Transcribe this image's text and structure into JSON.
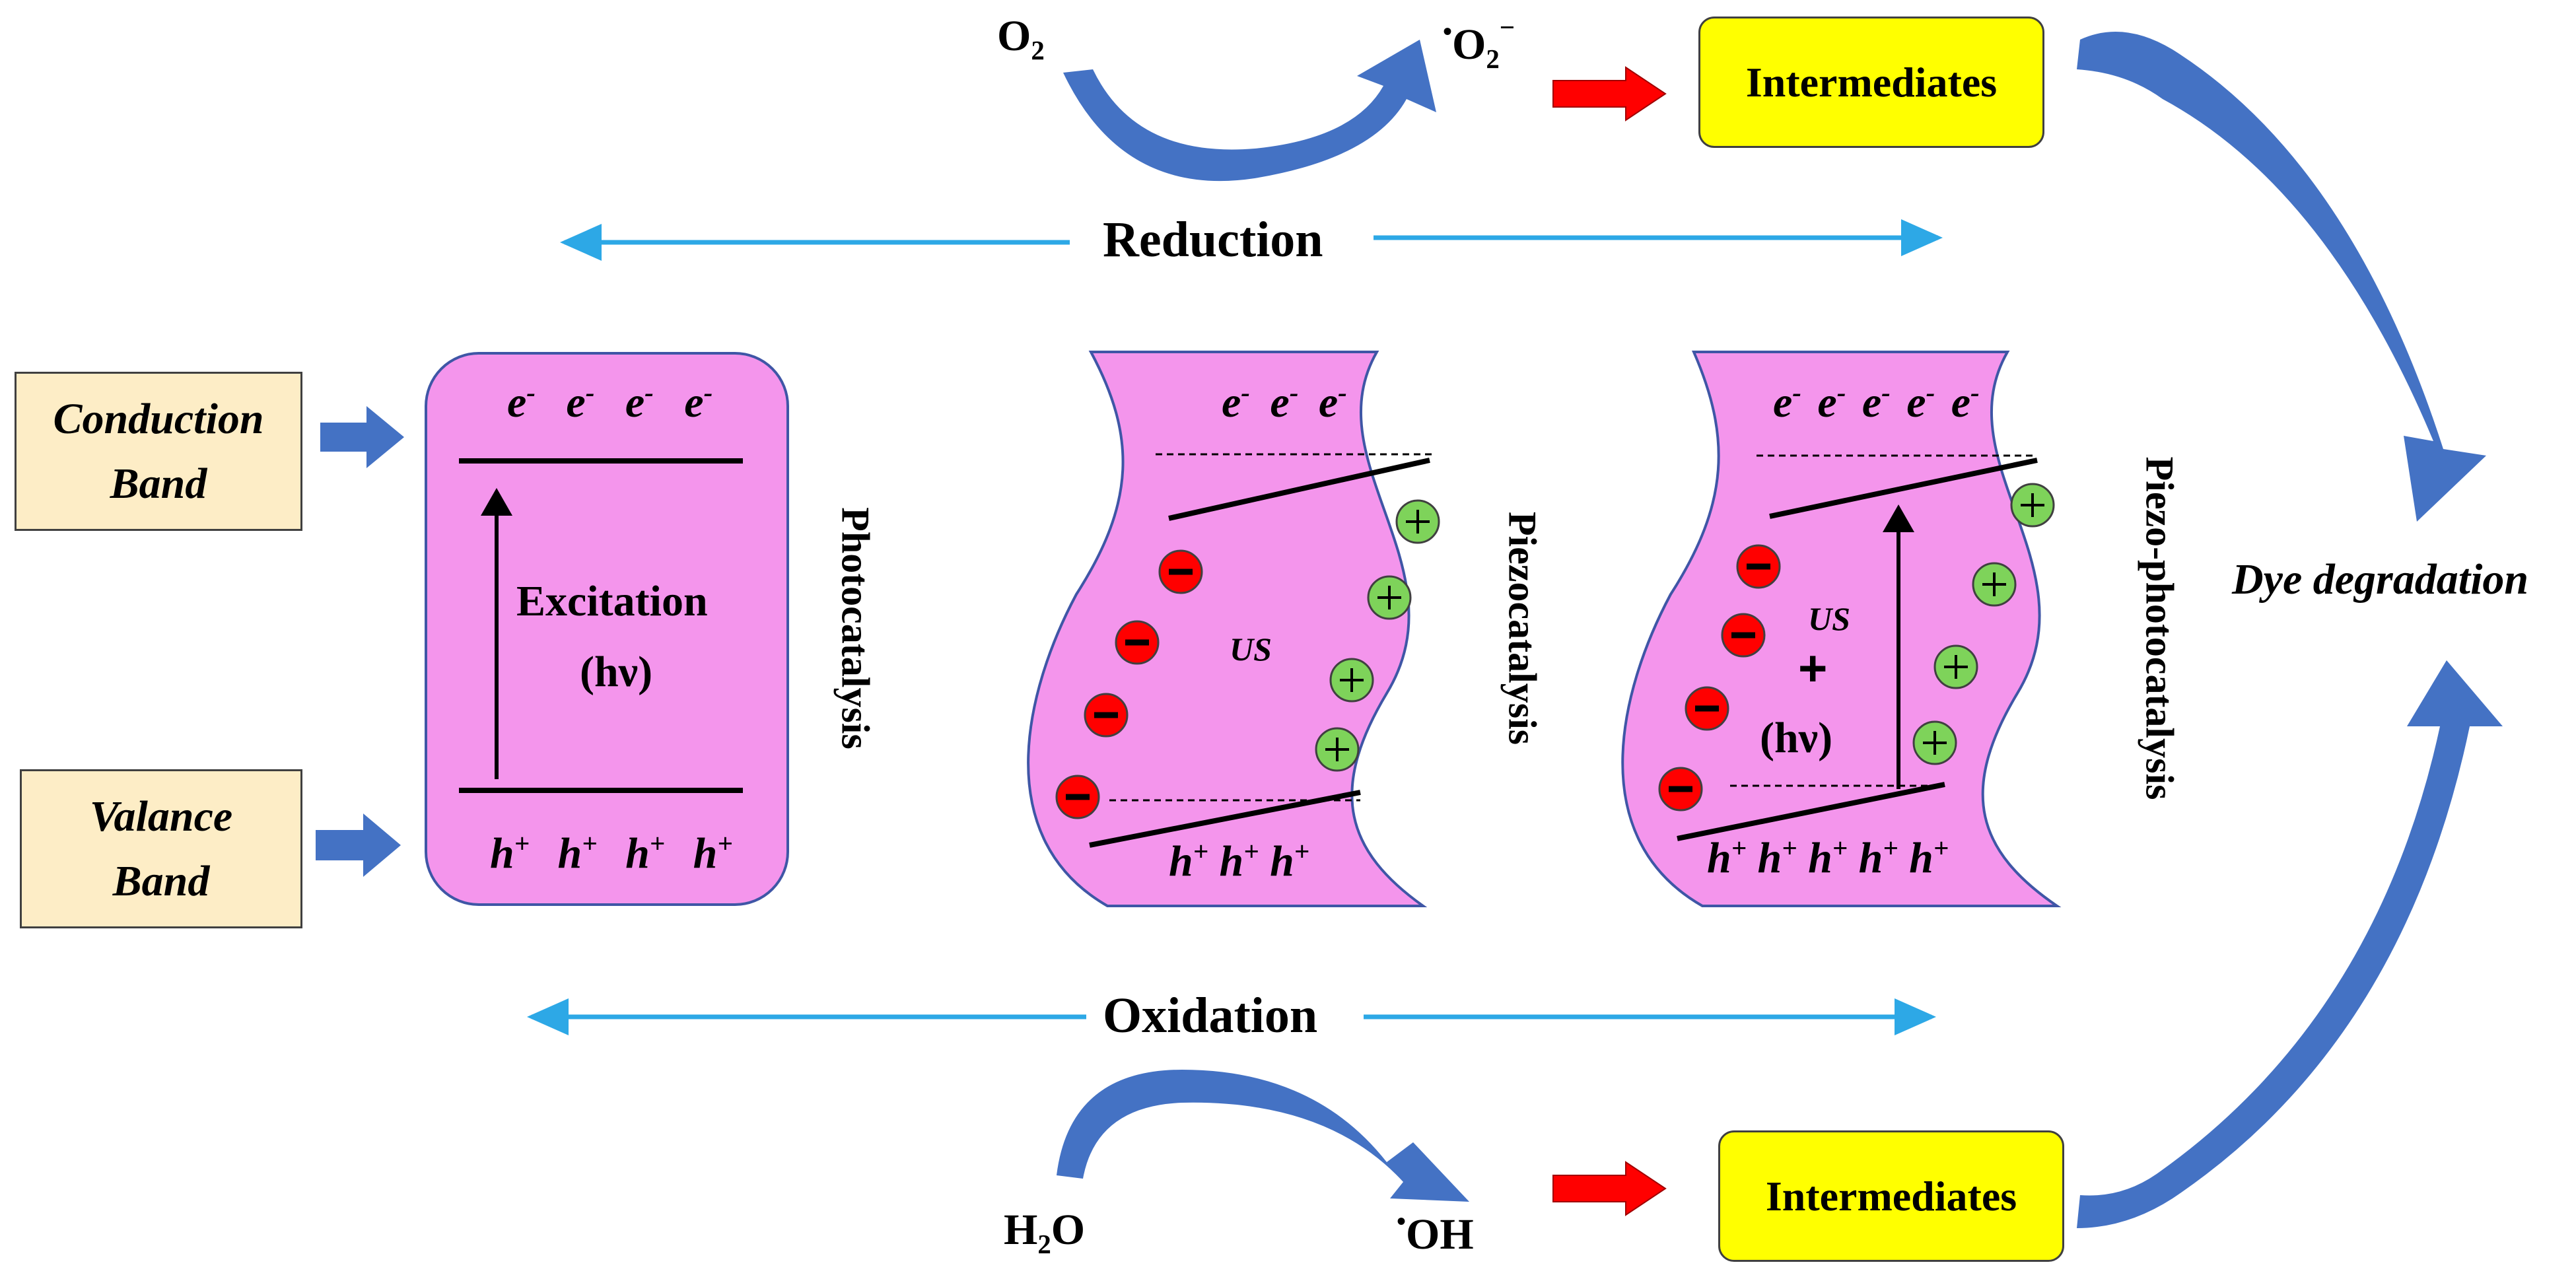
{
  "top": {
    "o2": "O",
    "o2_sub": "2",
    "superoxide_dot": "•",
    "superoxide": "O",
    "superoxide_sub": "2",
    "superoxide_sup": "−",
    "intermediates": "Intermediates"
  },
  "bottom": {
    "h2o_h": "H",
    "h2o_sub": "2",
    "h2o_o": "O",
    "hydroxyl_dot": "•",
    "hydroxyl": "OH",
    "intermediates": "Intermediates"
  },
  "reduction_label": "Reduction",
  "oxidation_label": "Oxidation",
  "dye_degradation": "Dye degradation",
  "band_labels": {
    "conduction_line1": "Conduction",
    "conduction_line2": "Band",
    "valance_line1": "Valance",
    "valance_line2": "Band"
  },
  "panels": {
    "photo": {
      "title": "Photocatalysis",
      "electron": "e",
      "electron_sup": "-",
      "hole": "h",
      "hole_sup": "+",
      "excitation_line1": "Excitation",
      "excitation_line2": "(hν)"
    },
    "piezo": {
      "title": "Piezocatalysis",
      "us": "US"
    },
    "piezo_photo": {
      "title": "Piezo-photocatalysis",
      "us": "US",
      "plus": "+",
      "hv": "(hν)"
    }
  },
  "colors": {
    "panel_fill": "#f495ec",
    "panel_stroke": "#3f56a6",
    "blue_arrow": "#4472c4",
    "cyan_arrow": "#2da8e6",
    "red_arrow": "#ff0000",
    "negative_charge": "#ff0000",
    "positive_charge": "#7ed35a",
    "band_box": "#fdedc6",
    "intermediates_box": "#ffff00"
  }
}
